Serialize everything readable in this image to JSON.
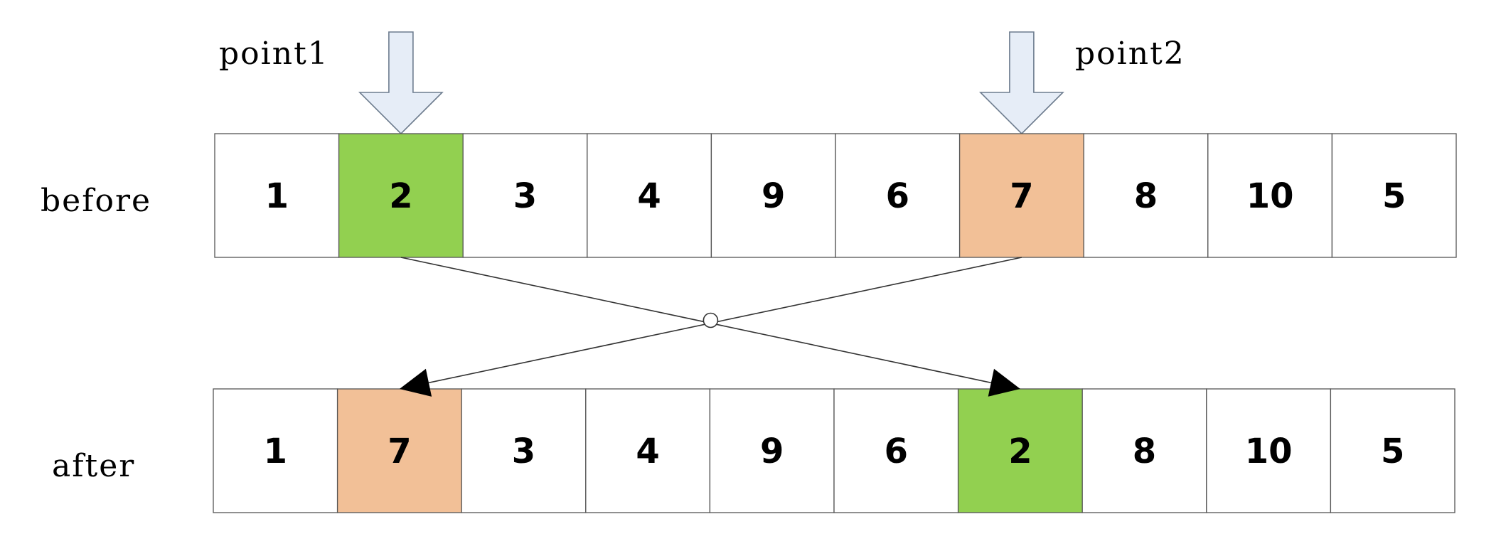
{
  "colors": {
    "point1_fill": "#92d050",
    "point2_fill": "#f2c097",
    "plain_fill": "#ffffff",
    "pointer_arrow_fill": "#e6edf7"
  },
  "pointers": [
    {
      "label": "point1",
      "index": 1
    },
    {
      "label": "point2",
      "index": 6
    }
  ],
  "rows": [
    {
      "label": "before",
      "values": [
        "1",
        "2",
        "3",
        "4",
        "9",
        "6",
        "7",
        "8",
        "10",
        "5"
      ],
      "highlights": {
        "1": "point1",
        "6": "point2"
      }
    },
    {
      "label": "after",
      "values": [
        "1",
        "7",
        "3",
        "4",
        "9",
        "6",
        "2",
        "8",
        "10",
        "5"
      ],
      "highlights": {
        "1": "point2",
        "6": "point1"
      }
    }
  ]
}
